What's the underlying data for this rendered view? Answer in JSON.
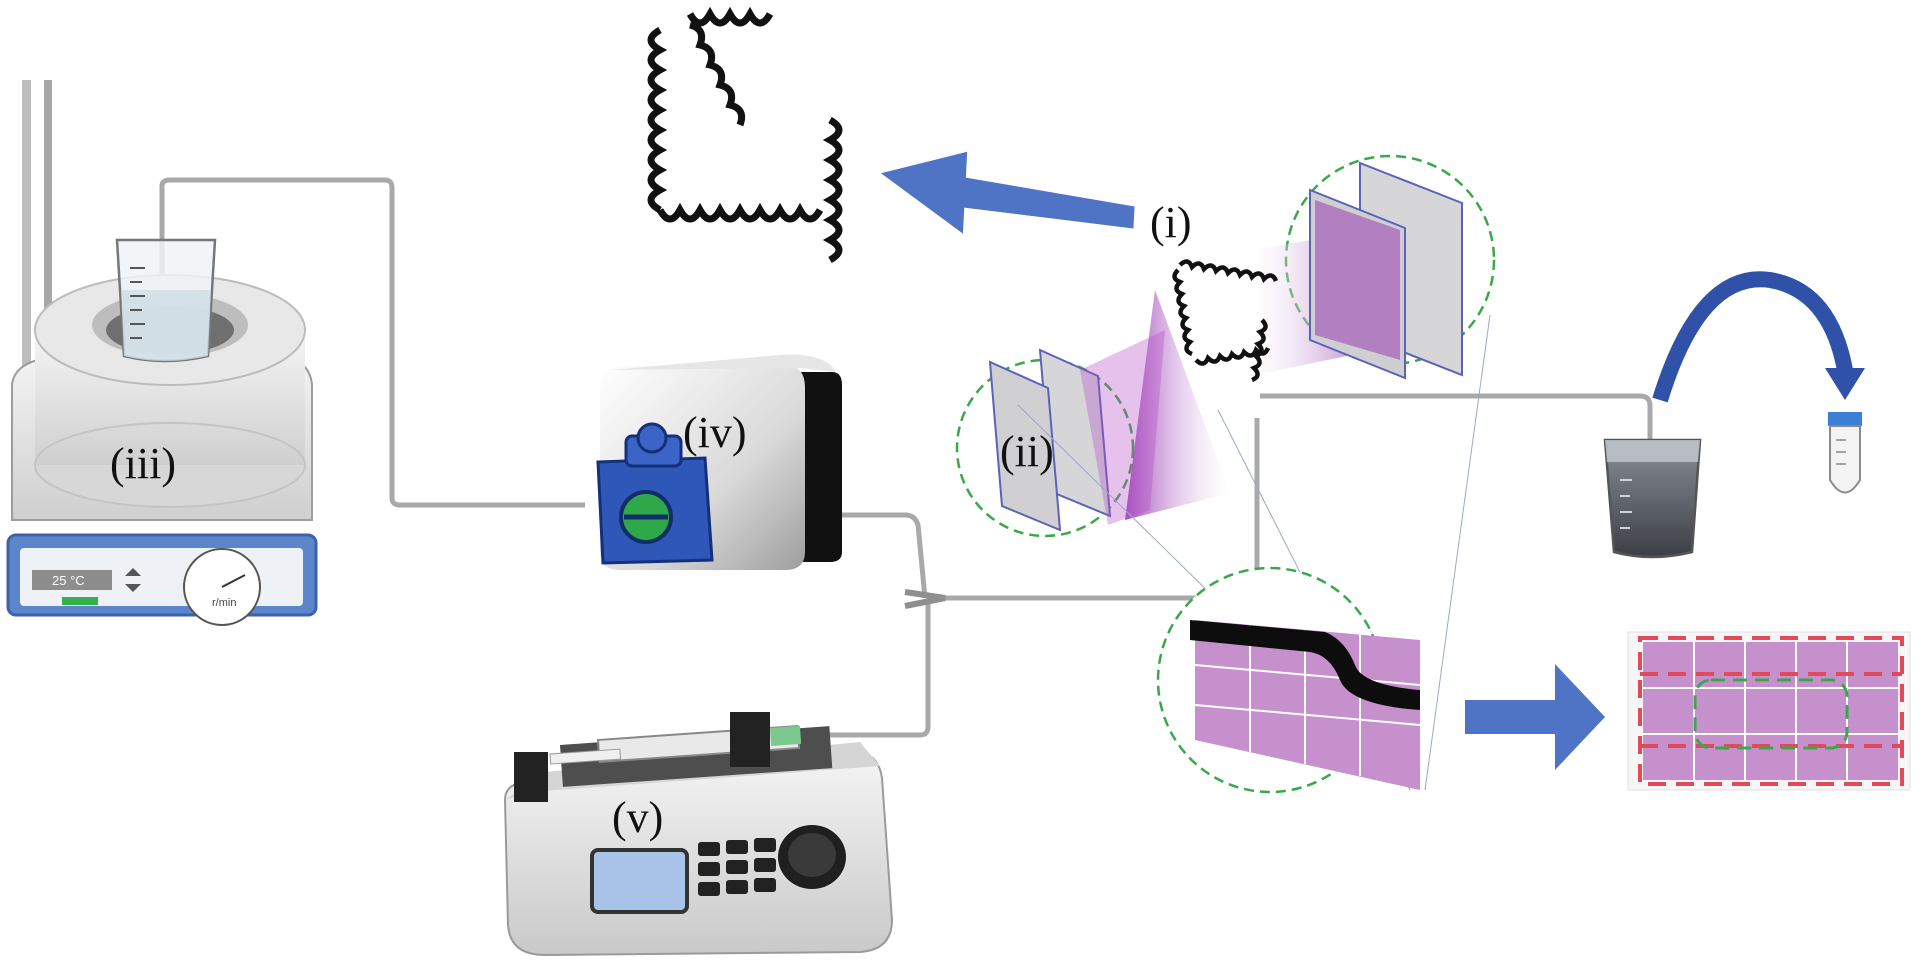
{
  "labels": {
    "i": "(i)",
    "ii": "(ii)",
    "iii": "(iii)",
    "iv": "(iv)",
    "v": "(v)"
  },
  "stirrer": {
    "temperature_display": "25 °C",
    "speed_dial_text": "r/min"
  },
  "colors": {
    "arrow_blue": "#4f74c6",
    "curved_arrow_blue": "#2f52a8",
    "purple": "#9b3fb0",
    "grid_purple": "#c590cc",
    "dashed_green": "#3aa84a",
    "dashed_red": "#e04a5a",
    "pump_head_blue": "#2e57b8",
    "tube_gray": "#b7b7b7"
  },
  "icons": [
    "coil-icon",
    "beaker-icon",
    "collection-tube-icon",
    "laser-sheet-icon",
    "syringe-pump-icon",
    "peristaltic-pump-icon",
    "hot-plate-stirrer-icon"
  ]
}
